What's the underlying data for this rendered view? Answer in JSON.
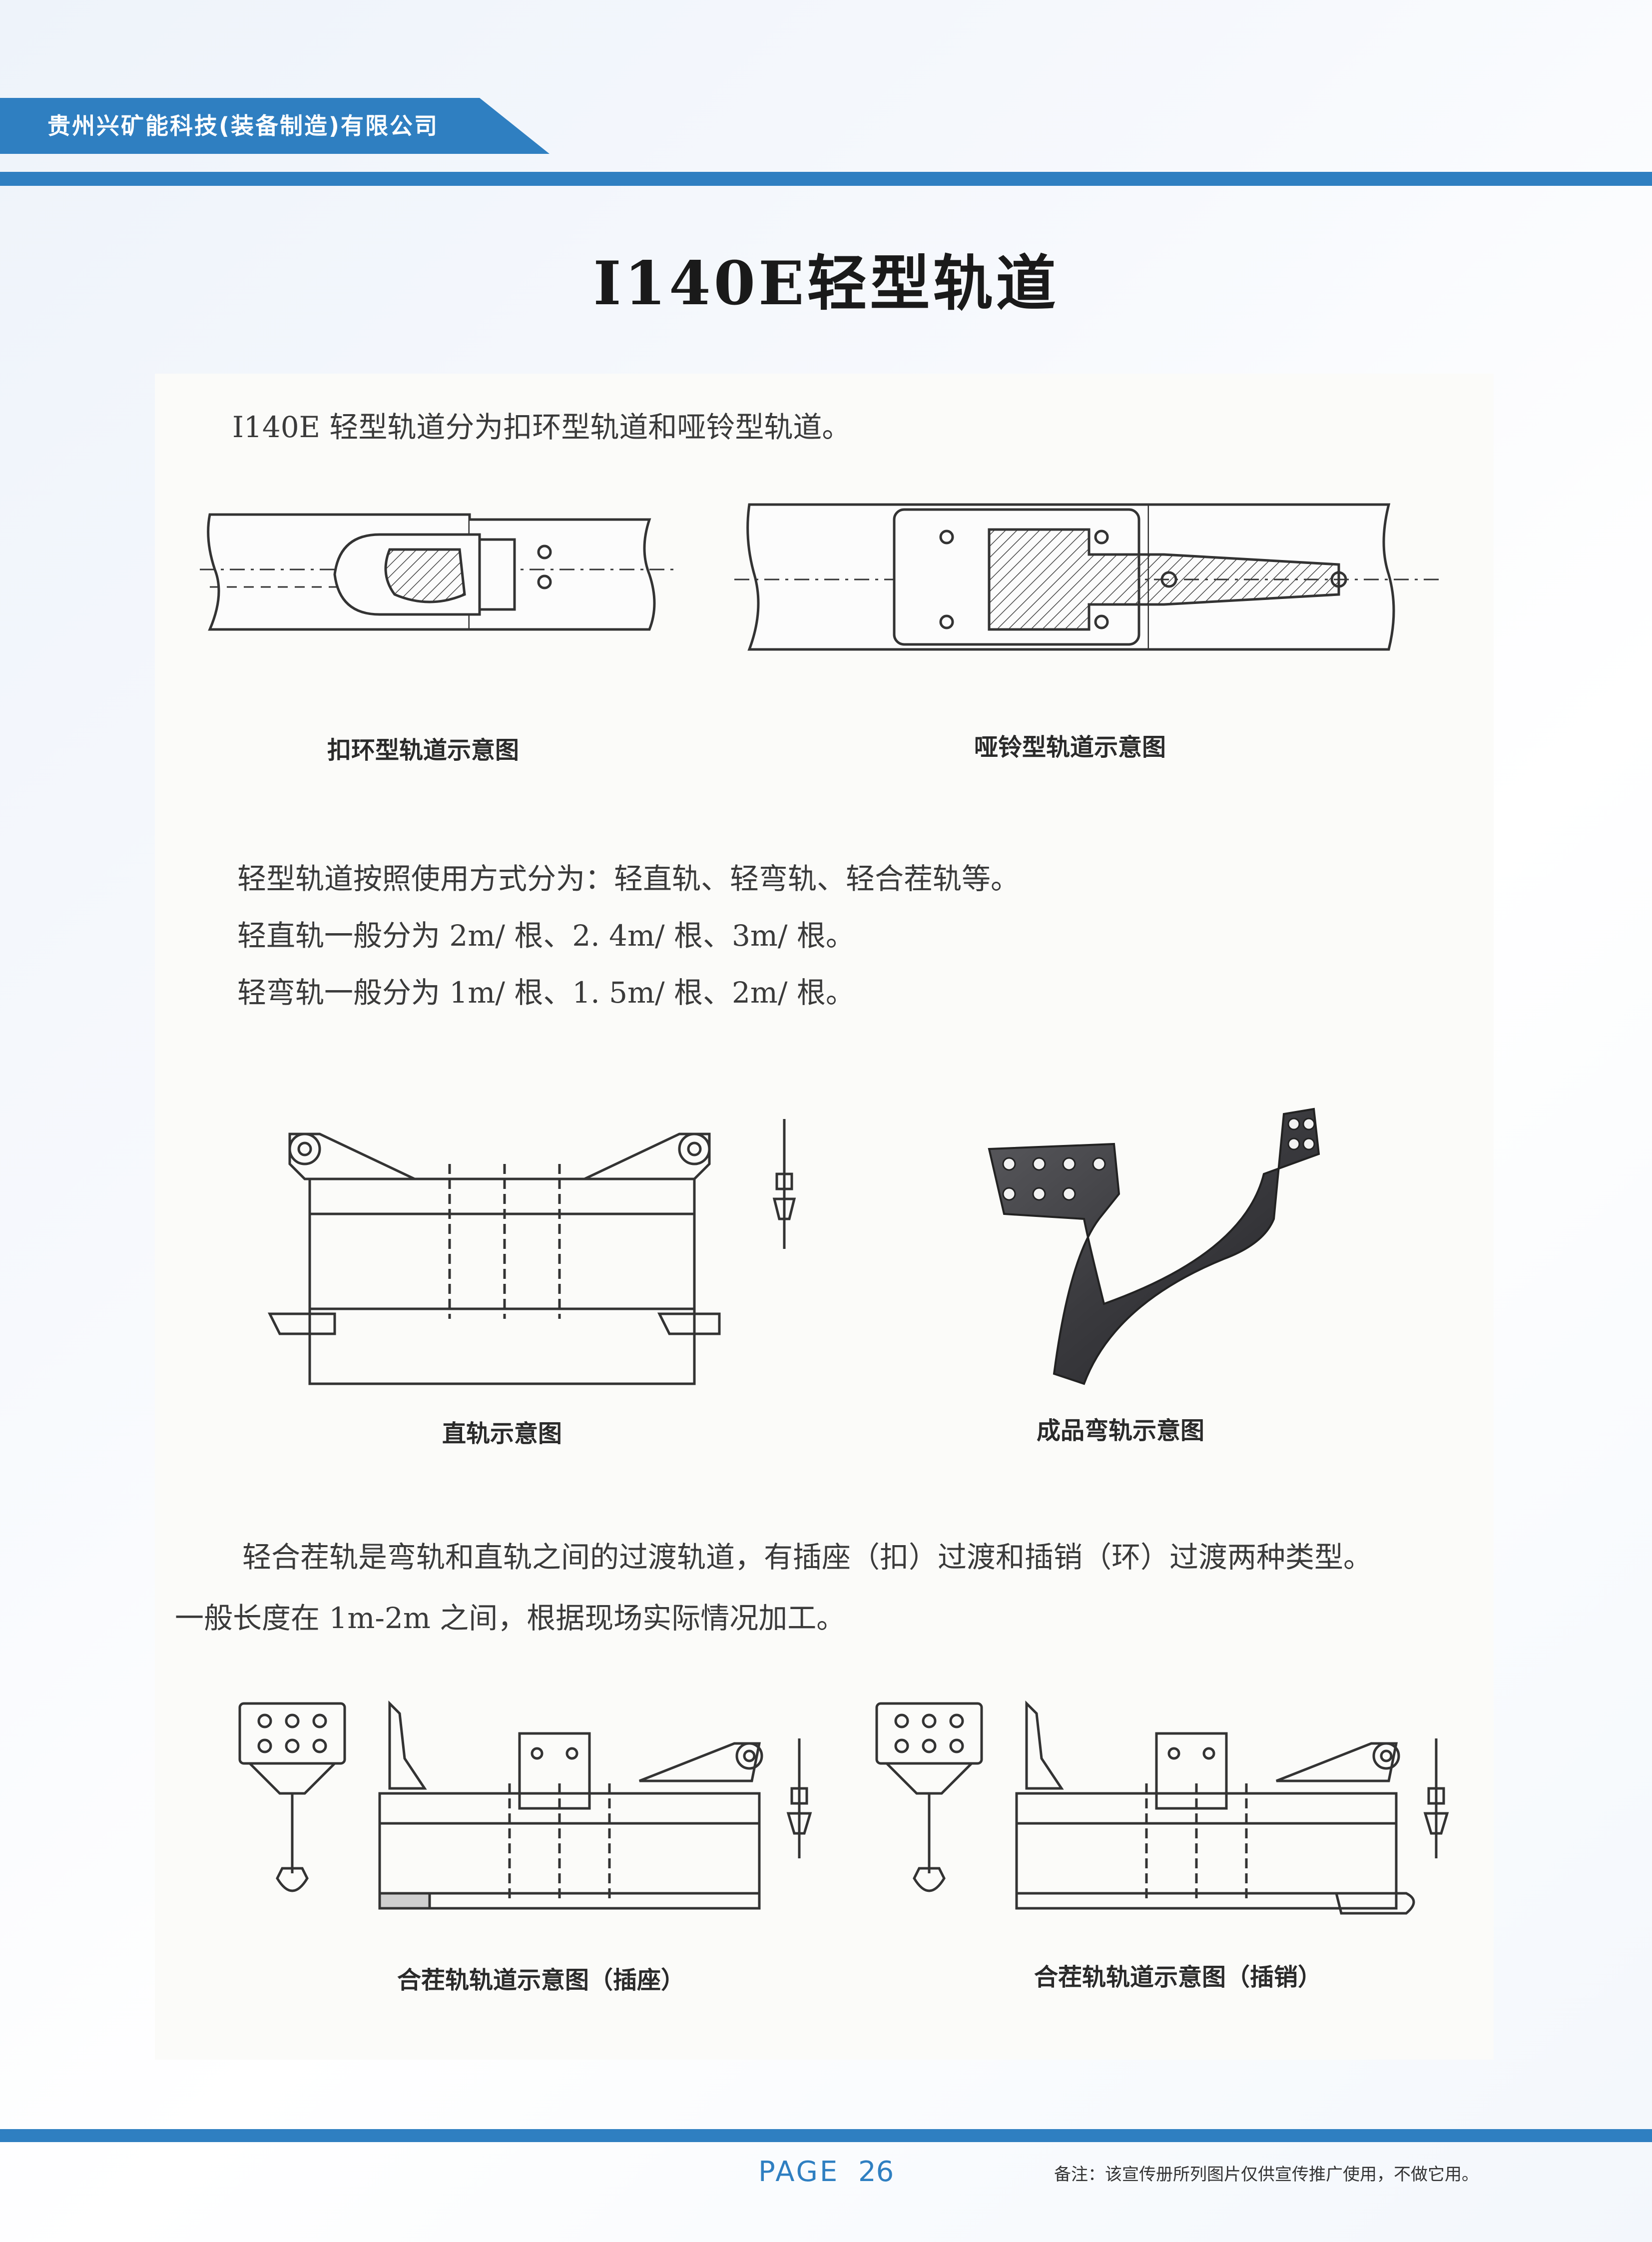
{
  "header": {
    "company_name": "贵州兴矿能科技(装备制造)有限公司",
    "title": "I140E轻型轨道"
  },
  "section1": {
    "intro": "I140E 轻型轨道分为扣环型轨道和哑铃型轨道。",
    "caption_left": "扣环型轨道示意图",
    "caption_right": "哑铃型轨道示意图"
  },
  "section2": {
    "line1": "轻型轨道按照使用方式分为：轻直轨、轻弯轨、轻合茬轨等。",
    "line2": "轻直轨一般分为 2m/ 根、2. 4m/ 根、3m/ 根。",
    "line3": "轻弯轨一般分为 1m/ 根、1. 5m/ 根、2m/ 根。",
    "caption_left": "直轨示意图",
    "caption_right": "成品弯轨示意图"
  },
  "section3": {
    "line1": "轻合茬轨是弯轨和直轨之间的过渡轨道，有插座（扣）过渡和插销（环）过渡两种类型。",
    "line2": "一般长度在 1m-2m 之间，根据现场实际情况加工。",
    "caption_left": "合茬轨轨道示意图（插座）",
    "caption_right": "合茬轨轨道示意图（插销）"
  },
  "footer": {
    "page_label": "PAGE",
    "page_number": "26",
    "note": "备注：该宣传册所列图片仅供宣传推广使用，不做它用。"
  },
  "colors": {
    "brand_blue": "#2f7fc1",
    "line_drawing": "#333333"
  }
}
